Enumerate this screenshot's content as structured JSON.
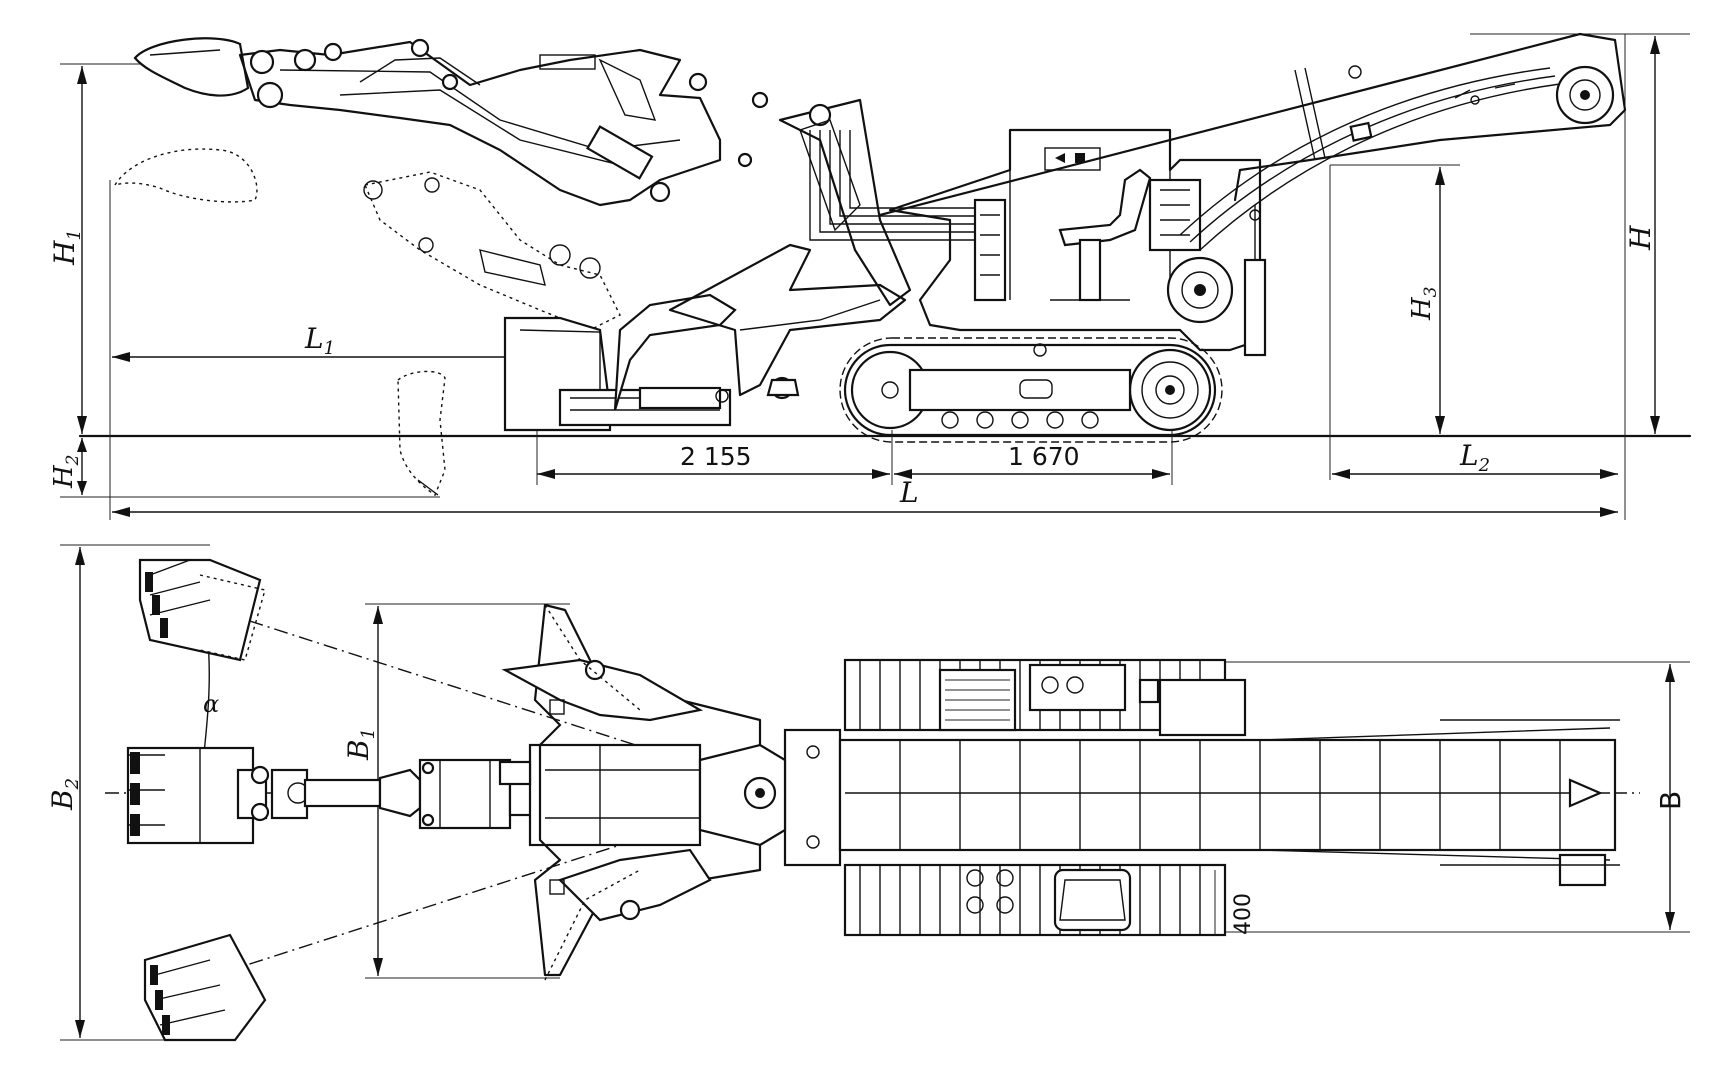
{
  "dimensions": {
    "L": "L",
    "L1": "L",
    "L1_sub": "1",
    "L2": "L",
    "L2_sub": "2",
    "H": "H",
    "H1": "H",
    "H1_sub": "1",
    "H2": "H",
    "H2_sub": "2",
    "H3": "H",
    "H3_sub": "3",
    "B": "B",
    "B1": "B",
    "B1_sub": "1",
    "B2": "B",
    "B2_sub": "2",
    "alpha": "α",
    "span_front": "2 155",
    "span_track": "1 670",
    "track_width": "400"
  }
}
